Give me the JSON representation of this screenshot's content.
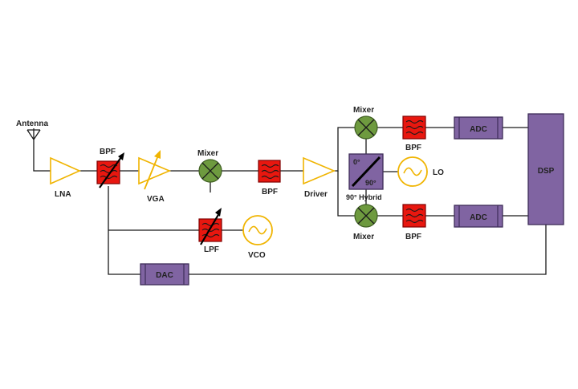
{
  "labels": {
    "antenna": "Antenna",
    "lna": "LNA",
    "bpf_tunable": "BPF",
    "vga": "VGA",
    "mixer_main": "Mixer",
    "bpf_mid": "BPF",
    "driver": "Driver",
    "mixer_i": "Mixer",
    "mixer_q": "Mixer",
    "bpf_i": "BPF",
    "bpf_q": "BPF",
    "adc_i": "ADC",
    "adc_q": "ADC",
    "dsp": "DSP",
    "lo": "LO",
    "hybrid": "90° Hybrid",
    "hybrid_0": "0°",
    "hybrid_90": "90°",
    "lpf": "LPF",
    "vco": "VCO",
    "dac": "DAC"
  },
  "colors": {
    "amplifier": "#f0b400",
    "filter": "#e8170f",
    "mixer": "#6e9a3f",
    "converter": "#8064a2",
    "oscillator": "#f0b400"
  }
}
